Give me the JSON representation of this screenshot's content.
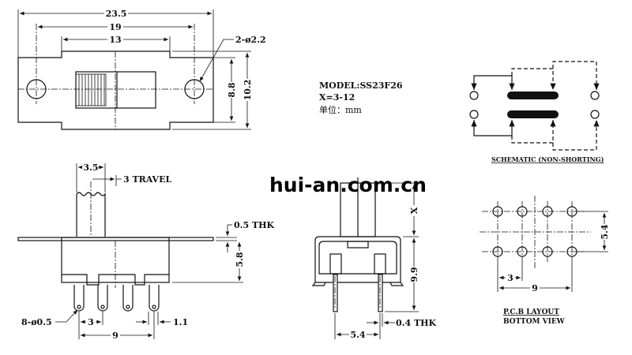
{
  "top_view": {
    "dim_overall": "23.5",
    "dim_holes": "19",
    "dim_slot": "13",
    "dim_hole_dia": "2-ø2.2",
    "dim_inner_height": "8.8",
    "dim_outer_height": "10.2"
  },
  "spec": {
    "model": "MODEL:SS23F26",
    "x_range": "X=3-12",
    "unit": "单位：mm"
  },
  "schematic": {
    "caption": "SCHEMATIC (NON-SHORTING)"
  },
  "side_view": {
    "dim_actuator": "3.5",
    "dim_travel": "3 TRAVEL",
    "dim_plate": "0.5 THK",
    "dim_body_height": "5.8",
    "dim_pin_dia": "8-ø0.5",
    "dim_pin_pitch": "3",
    "dim_pin_width": "1.1",
    "dim_pin_span": "9"
  },
  "front_view": {
    "dim_actuator_height": "X",
    "dim_height": "9.9",
    "dim_pin_spacing": "5.4",
    "dim_pin_thk": "0.4 THK"
  },
  "pcb": {
    "dim_row_spacing": "5.4",
    "dim_pitch": "3",
    "dim_span": "9",
    "caption_line1": "P.C.B LAYOUT",
    "caption_line2": "BOTTOM VIEW"
  },
  "watermark": "hui-an.com.cn"
}
